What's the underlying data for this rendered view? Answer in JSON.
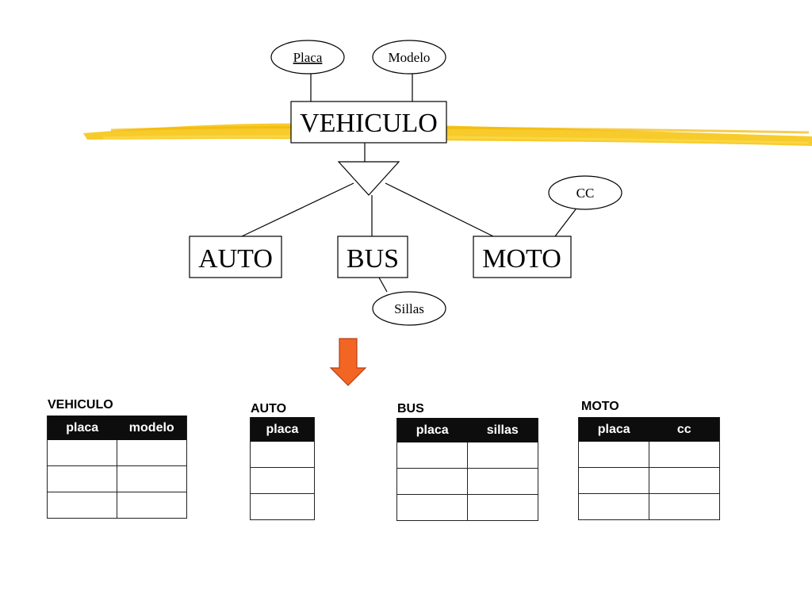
{
  "er": {
    "entity": "VEHICULO",
    "attributes": [
      "Placa",
      "Modelo"
    ],
    "subtypes": [
      "AUTO",
      "BUS",
      "MOTO"
    ],
    "bus_attribute": "Sillas",
    "moto_attribute": "CC"
  },
  "colors": {
    "highlighter": "#f5c518",
    "arrow": "#f26522",
    "table_header": "#0d0d0d"
  },
  "tables": [
    {
      "title": "VEHICULO",
      "columns": [
        "placa",
        "modelo"
      ],
      "rows": 3
    },
    {
      "title": "AUTO",
      "columns": [
        "placa"
      ],
      "rows": 3
    },
    {
      "title": "BUS",
      "columns": [
        "placa",
        "sillas"
      ],
      "rows": 3
    },
    {
      "title": "MOTO",
      "columns": [
        "placa",
        "cc"
      ],
      "rows": 3
    }
  ]
}
